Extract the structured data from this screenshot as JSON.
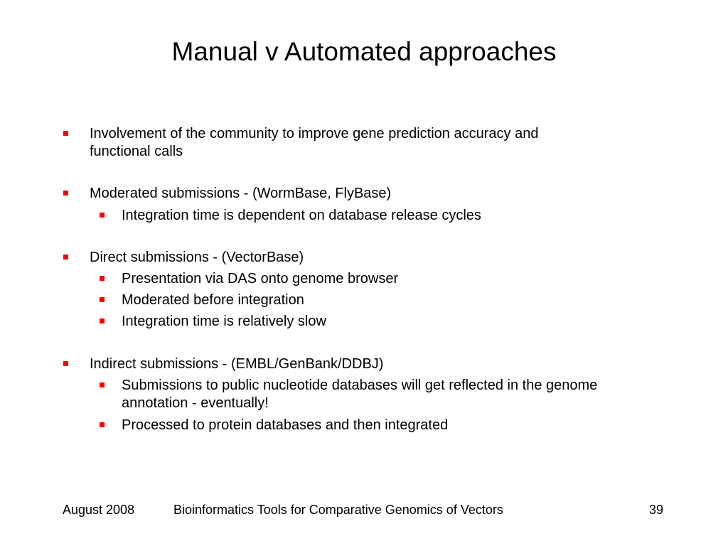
{
  "slide": {
    "title": "Manual v Automated approaches",
    "bullets": [
      {
        "text_line1": "Involvement of the community to improve gene prediction accuracy and",
        "text_line2": "functional calls",
        "sub": []
      },
      {
        "text": "Moderated submissions - (WormBase, FlyBase)",
        "sub": [
          "Integration time is dependent on database release cycles"
        ]
      },
      {
        "text": "Direct submissions - (VectorBase)",
        "sub": [
          "Presentation via DAS onto genome browser",
          "Moderated before integration",
          "Integration time is relatively slow"
        ]
      },
      {
        "text": "Indirect submissions - (EMBL/GenBank/DDBJ)",
        "sub_multiline": {
          "line1": "Submissions to public nucleotide databases will get reflected in the genome",
          "line2": "annotation - eventually!"
        },
        "sub": [
          "Processed to protein databases and then integrated"
        ]
      }
    ],
    "footer": {
      "date": "August 2008",
      "center": "Bioinformatics Tools for Comparative Genomics of Vectors",
      "page_number": "39"
    },
    "colors": {
      "bullet": "#ff0000",
      "text": "#000000",
      "background": "#ffffff"
    }
  }
}
